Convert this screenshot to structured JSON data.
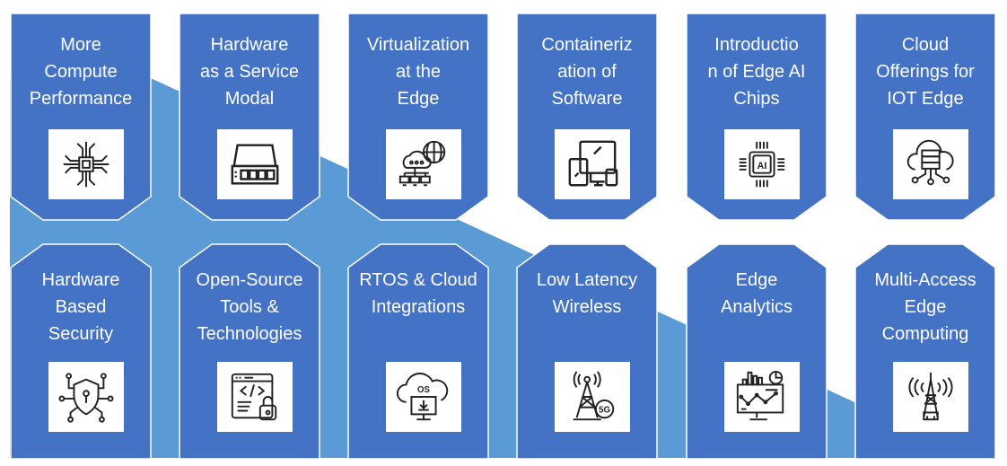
{
  "colors": {
    "card_fill": "#4472C4",
    "band_fill": "#5B9BD5",
    "card_outline": "#FFFFFF",
    "text": "#FFFFFF",
    "icon_bg": "#FFFFFF",
    "icon_stroke": "#222222"
  },
  "top_row": [
    {
      "label": "More Compute Performance",
      "lines": [
        "More",
        "Compute",
        "Performance"
      ],
      "icon": "cpu-circuit-icon"
    },
    {
      "label": "Hardware as a Service Modal",
      "lines": [
        "Hardware",
        "as a Service",
        "Modal"
      ],
      "icon": "network-switch-icon"
    },
    {
      "label": "Virtualization at the Edge",
      "lines": [
        "Virtualization",
        "at the",
        "Edge"
      ],
      "icon": "cloud-network-globe-icon"
    },
    {
      "label": "Containerization of Software",
      "lines": [
        "Containeriz",
        "ation of",
        "Software"
      ],
      "icon": "multi-device-icon"
    },
    {
      "label": "Introduction of Edge AI Chips",
      "lines": [
        "Introductio",
        "n of Edge AI",
        "Chips"
      ],
      "icon": "ai-chip-icon"
    },
    {
      "label": "Cloud Offerings for IOT Edge",
      "lines": [
        "Cloud",
        "Offerings for",
        "IOT Edge"
      ],
      "icon": "cloud-server-icon"
    }
  ],
  "bottom_row": [
    {
      "label": "Hardware Based Security",
      "lines": [
        "Hardware",
        "Based",
        "Security"
      ],
      "icon": "shield-circuit-icon"
    },
    {
      "label": "Open-Source Tools & Technologies",
      "lines": [
        "Open-Source",
        "Tools &",
        "Technologies"
      ],
      "icon": "code-window-lock-icon"
    },
    {
      "label": "RTOS & Cloud Integrations",
      "lines": [
        "RTOS & Cloud",
        "Integrations"
      ],
      "icon": "os-cloud-monitor-icon"
    },
    {
      "label": "Low Latency Wireless",
      "lines": [
        "Low Latency",
        "Wireless"
      ],
      "icon": "5g-tower-icon"
    },
    {
      "label": "Edge Analytics",
      "lines": [
        "Edge",
        "Analytics"
      ],
      "icon": "analytics-monitor-icon"
    },
    {
      "label": "Multi-Access Edge Computing",
      "lines": [
        "Multi-Access",
        "Edge",
        "Computing"
      ],
      "icon": "antenna-tower-icon"
    }
  ]
}
